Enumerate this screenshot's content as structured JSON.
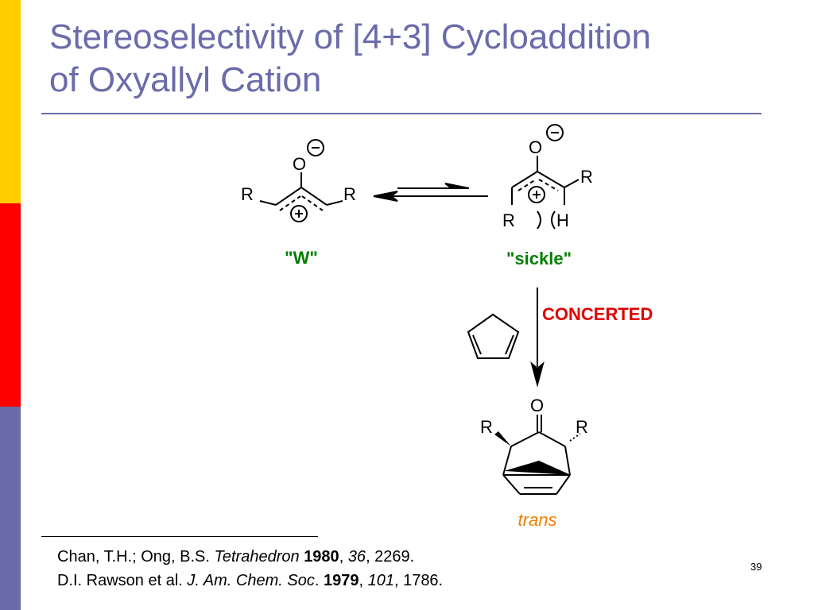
{
  "slide": {
    "title_line1": "Stereoselectivity of [4+3] Cycloaddition",
    "title_line2": "of Oxyallyl Cation",
    "page_number": "39"
  },
  "colors": {
    "title": "#6b6bab",
    "title_rule": "#6b6bab",
    "bar_top": "#ffcc00",
    "bar_mid": "#ff0000",
    "bar_bottom": "#6b6bab",
    "label_green": "#008000",
    "label_red": "#e00000",
    "label_orange": "#f08000"
  },
  "scheme": {
    "w_label": "\"W\"",
    "sickle_label": "\"sickle\"",
    "concerted_label": "CONCERTED",
    "product_label": "trans",
    "atom_o": "O",
    "atom_r": "R",
    "atom_h": "H",
    "minus_sign": "−",
    "plus_sign": "+"
  },
  "references": {
    "ref1": {
      "authors": "Chan, T.H.; Ong, B.S. ",
      "journal": "Tetrahedron",
      "year": "1980",
      "sep1": ", ",
      "volume": "36",
      "pages": ", 2269."
    },
    "ref2": {
      "authors": "D.I. Rawson et al. ",
      "journal": "J. Am. Chem. Soc",
      "dot": ". ",
      "year": "1979",
      "sep1": ", ",
      "volume": "101",
      "pages": ", 1786."
    }
  }
}
